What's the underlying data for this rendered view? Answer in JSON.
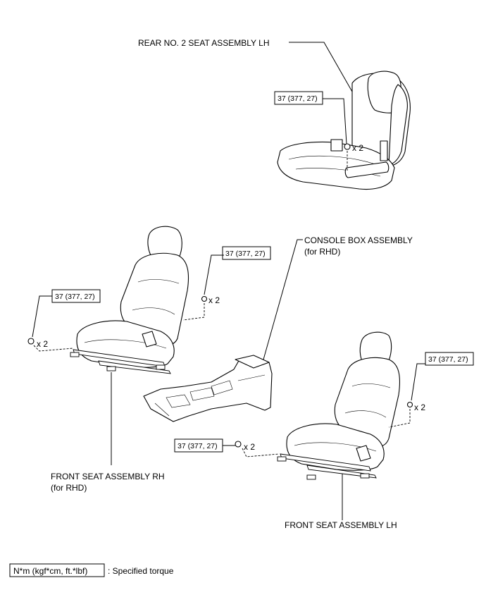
{
  "labels": {
    "rear_seat": "REAR NO. 2 SEAT ASSEMBLY LH",
    "console_line1": "CONSOLE BOX ASSEMBLY",
    "console_line2": "(for RHD)",
    "front_rh_line1": "FRONT SEAT ASSEMBLY RH",
    "front_rh_line2": "(for RHD)",
    "front_lh": "FRONT SEAT ASSEMBLY LH"
  },
  "torque_boxes": [
    {
      "value": "37 (377, 27)",
      "qty": "x 2"
    },
    {
      "value": "37 (377, 27)",
      "qty": "x 2"
    },
    {
      "value": "37 (377, 27)",
      "qty": "x 2"
    },
    {
      "value": "37 (377, 27)",
      "qty": "x 2"
    },
    {
      "value": "37 (377, 27)",
      "qty": "x 2"
    }
  ],
  "legend": {
    "unit_box": "N*m (kgf*cm, ft.*lbf)",
    "description": ": Specified torque"
  }
}
